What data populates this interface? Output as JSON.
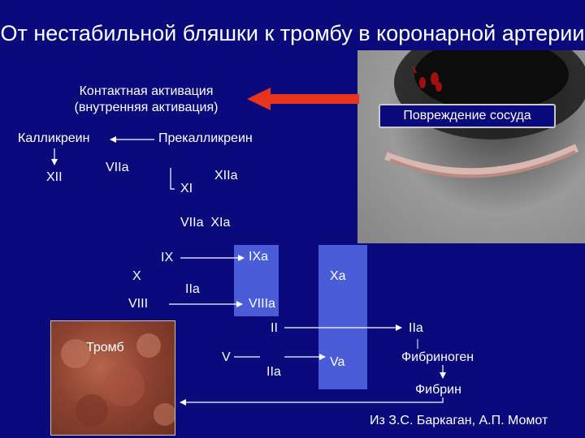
{
  "title": "От нестабильной бляшки к тромбу в коронарной артерии",
  "contact_activation": "Контактная активация\n(внутренняя активация)",
  "vessel_damage": "Повреждение сосуда",
  "kallikrein": "Калликреин",
  "prekallikrein": "Прекалликреин",
  "xii": "XII",
  "viia_1": "VIIa",
  "xi": "XI",
  "xiia": "XIIa",
  "viia_xia": "VIIa  XIa",
  "ix": "IX",
  "ixa": "IXa",
  "x": "X",
  "xa": "Xa",
  "iia_1": "IIa",
  "viii": "VIII",
  "viiia": "VIIIa",
  "ii": "II",
  "iia_2": "IIa",
  "thrombus": "Тромб",
  "v": "V",
  "iia_3": "IIa",
  "va": "Va",
  "fibrinogen": "Фибриноген",
  "fibrin": "Фибрин",
  "source": "Из З.С. Баркаган, А.П. Момот",
  "colors": {
    "background": "#0a0a7c",
    "blue_column": "#4a5cd8",
    "red_arrow": "#e8341c"
  }
}
